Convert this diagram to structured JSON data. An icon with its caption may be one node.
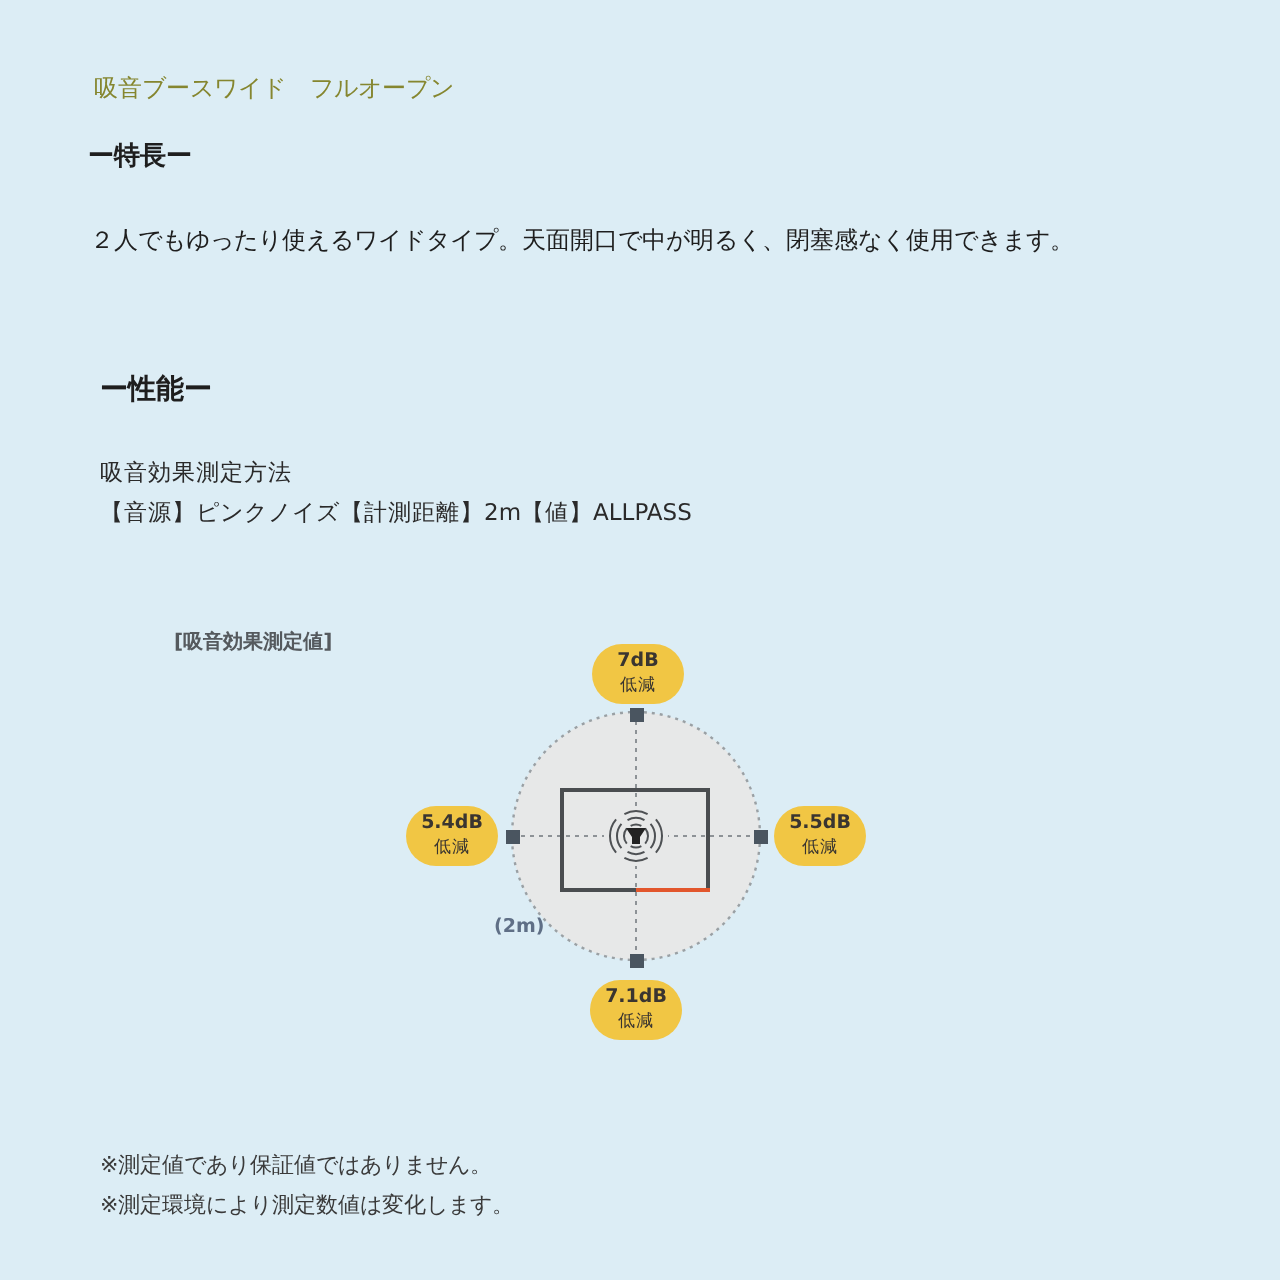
{
  "diagram": {
    "title": "吸音ブースワイド　フルオープン",
    "nodes": [
      {
        "text": [
          "7dB",
          "低減"
        ]
      },
      {
        "text": [
          "5.4dB",
          "低減"
        ]
      },
      {
        "text": [
          "5.5dB",
          "低減"
        ]
      },
      {
        "text": [
          "7.1dB",
          "低減"
        ]
      }
    ],
    "labels": [
      "ー特長ー",
      "２人でもゆったり使えるワイドタイプ。天面開口で中が明るく、閉塞感なく使用できます。",
      "ー性能ー",
      "吸音効果測定方法",
      "【音源】ピンクノイズ【計測距離】2m【値】ALLPASS",
      "[吸音効果測定値]",
      "(2m)",
      "※測定値であり保証値ではありません。",
      "※測定環境により測定数値は変化します。"
    ]
  }
}
